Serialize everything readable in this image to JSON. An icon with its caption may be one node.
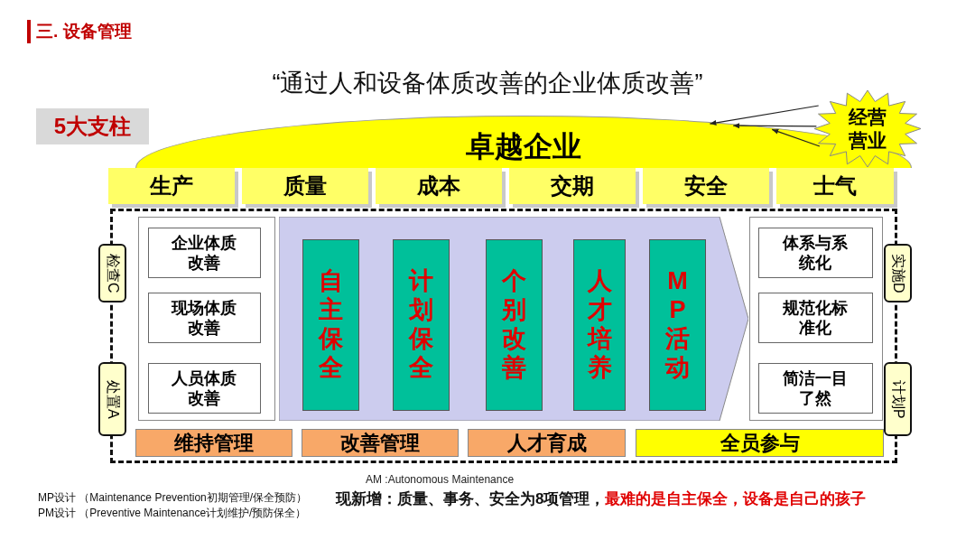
{
  "diagram": {
    "title": "“通过人和设备体质改善的企业体质改善”",
    "nodes": [
      {
        "text": [
          "5大支柱"
        ]
      },
      {
        "text": [
          "卓越企业"
        ]
      },
      {
        "text": [
          "经营营业"
        ]
      },
      {
        "text": [
          "生产"
        ]
      },
      {
        "text": [
          "质量"
        ]
      },
      {
        "text": [
          "成本"
        ]
      },
      {
        "text": [
          "交期"
        ]
      },
      {
        "text": [
          "安全"
        ]
      },
      {
        "text": [
          "士气"
        ]
      },
      {
        "text": [],
        "shape": "box"
      },
      {
        "text": [
          "检查C"
        ]
      },
      {
        "text": [
          "处置A"
        ]
      },
      {
        "text": [],
        "shape": "box",
        "in": 9
      },
      {
        "text": [
          "企业体质改善"
        ],
        "in": 12
      },
      {
        "text": [
          "现场体质改善"
        ],
        "in": 12
      },
      {
        "text": [
          "人员体质改善"
        ],
        "in": 12
      },
      {
        "text": [],
        "shape": "chevron",
        "in": 9
      },
      {
        "text": [
          "自主保全"
        ],
        "in": 16
      },
      {
        "text": [
          "计划保全"
        ],
        "in": 16
      },
      {
        "text": [
          "个别改善"
        ],
        "in": 16
      },
      {
        "text": [
          "人才培养"
        ],
        "in": 16
      },
      {
        "text": [
          "MP活动"
        ],
        "in": 16
      },
      {
        "text": [],
        "shape": "box",
        "in": 9
      },
      {
        "text": [
          "体系与系统化"
        ],
        "in": 22
      },
      {
        "text": [
          "规范化标准化"
        ],
        "in": 22
      },
      {
        "text": [
          "简洁一目了然"
        ],
        "in": 22
      },
      {
        "text": [
          "实施D"
        ]
      },
      {
        "text": [
          "计划P"
        ]
      },
      {
        "text": [
          "维持管理"
        ],
        "in": 9
      },
      {
        "text": [
          "改善管理"
        ],
        "in": 9
      },
      {
        "text": [
          "人才育成"
        ],
        "in": 9
      },
      {
        "text": [
          "全员参与"
        ],
        "in": 9
      }
    ],
    "edges": [
      {
        "from": 2,
        "to": 1,
        "arrow": "to"
      },
      {
        "from": 2,
        "to": 1,
        "arrow": "to"
      },
      {
        "from": 2,
        "to": 1,
        "arrow": "to"
      }
    ],
    "labels": [
      "三. 设备管理",
      "AM :Autonomous Maintenance",
      "现新增：质量、事务、安全为8项管理，",
      "最难的是自主保全，设备是自己的孩子",
      "MP设计 （Maintenance Prevention初期管理/保全预防）",
      "PM设计 （Preventive Maintenance计划维护/预防保全）"
    ]
  }
}
